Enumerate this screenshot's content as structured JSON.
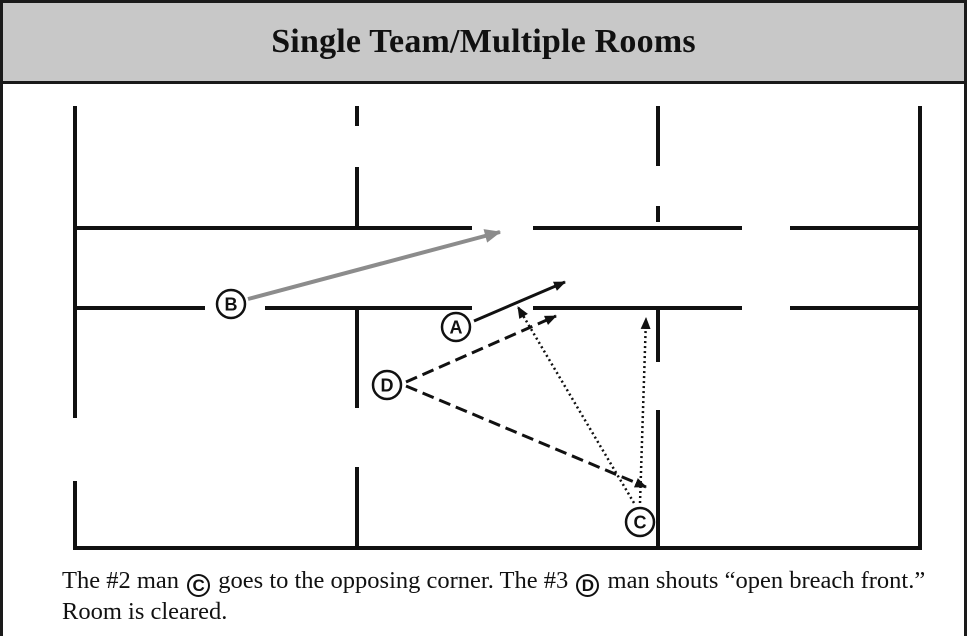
{
  "title": "Single Team/Multiple Rooms",
  "markers": {
    "A": "A",
    "B": "B",
    "C": "C",
    "D": "D"
  },
  "caption": {
    "part1": "The #2 man",
    "marker1": "C",
    "part2": "goes to the opposing corner. The #3",
    "marker2": "D",
    "part3": "man shouts “open breach front.” Room is cleared."
  },
  "colors": {
    "wall": "#111111",
    "gray_arrow": "#8c8c8c",
    "header_bg": "#c8c8c8"
  }
}
